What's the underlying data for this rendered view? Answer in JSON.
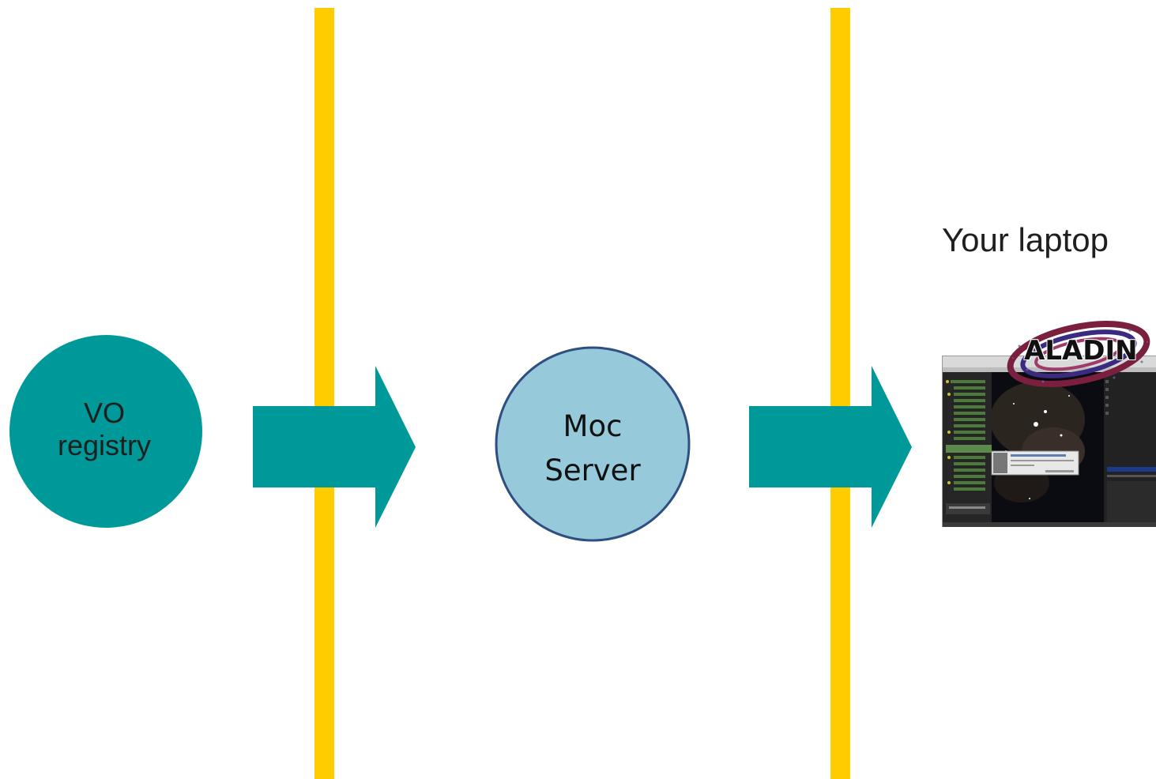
{
  "nodes": {
    "vo_registry": {
      "label_line1": "VO",
      "label_line2": "registry"
    },
    "moc_server": {
      "label_line1": "Moc",
      "label_line2": "Server"
    },
    "laptop": {
      "label": "Your laptop"
    }
  },
  "logo": {
    "text": "ALADIN"
  },
  "colors": {
    "teal": "#00999a",
    "light_blue": "#96cadb",
    "circle_outline": "#2e4f80",
    "divider": "#ffcc00",
    "background": "#ffffff"
  },
  "icons": {
    "arrow": "right-arrow-icon",
    "screenshot": "aladin-app-screenshot"
  }
}
